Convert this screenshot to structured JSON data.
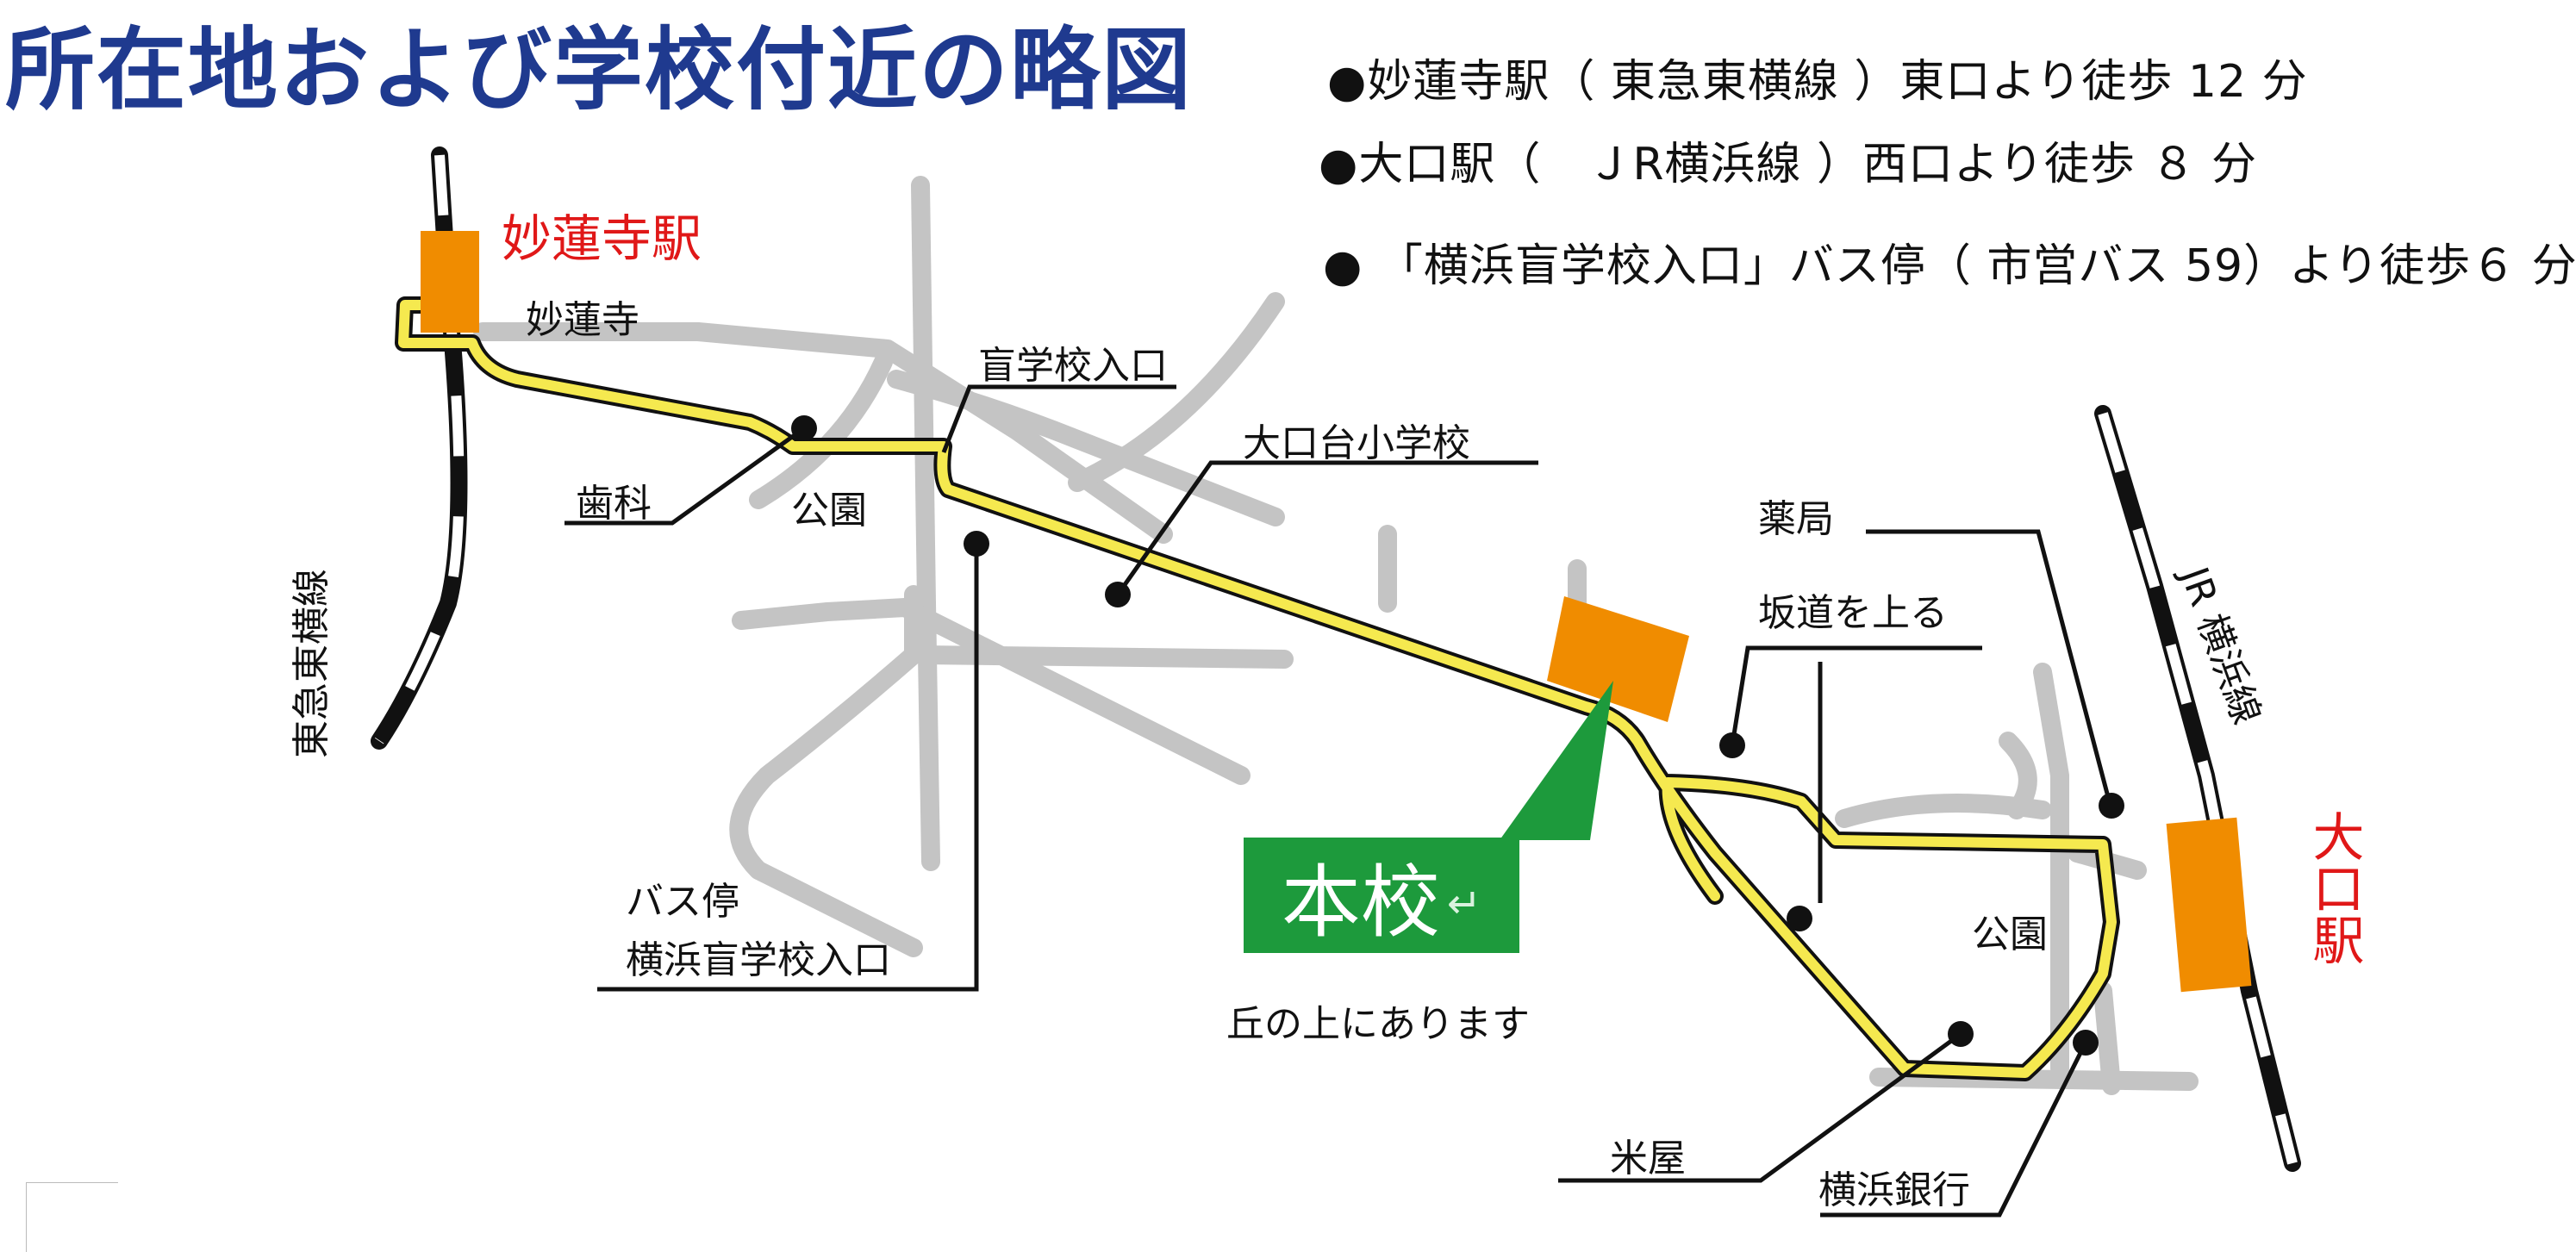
{
  "title": "所在地および学校付近の略図",
  "access": [
    "●妙蓮寺駅（ 東急東横線 ）東口より徒歩 12 分",
    "●大口駅（　ＪR横浜線 ）西口より徒歩 ８ 分",
    "● 「横浜盲学校入口」バス停（ 市営バス 59）より徒歩６ 分"
  ],
  "stations": {
    "myorenji": {
      "name": "妙蓮寺駅",
      "sub": "妙蓮寺"
    },
    "oguchi": {
      "name": "大口駅"
    }
  },
  "lines": {
    "toyoko": "東急東横線",
    "jr": "JR 横浜線"
  },
  "landmarks": {
    "shika": "歯科",
    "koen1": "公園",
    "mogakko_iriguchi": "盲学校入口",
    "oguchidai": "大口台小学校",
    "yakkyoku": "薬局",
    "sakamichi": "坂道を上る",
    "bus_stop_1": "バス停",
    "bus_stop_2": "横浜盲学校入口",
    "koen2": "公園",
    "komeya": "米屋",
    "yokohama_ginko": "横浜銀行"
  },
  "school": {
    "label": "本校",
    "note": "丘の上にあります",
    "return_mark": "↵"
  },
  "colors": {
    "title": "#1f3a8f",
    "route": "#f5e94f",
    "station": "#f08c00",
    "school": "#1d9a3c",
    "road": "#c4c4c4",
    "station_name": "#e01818"
  }
}
